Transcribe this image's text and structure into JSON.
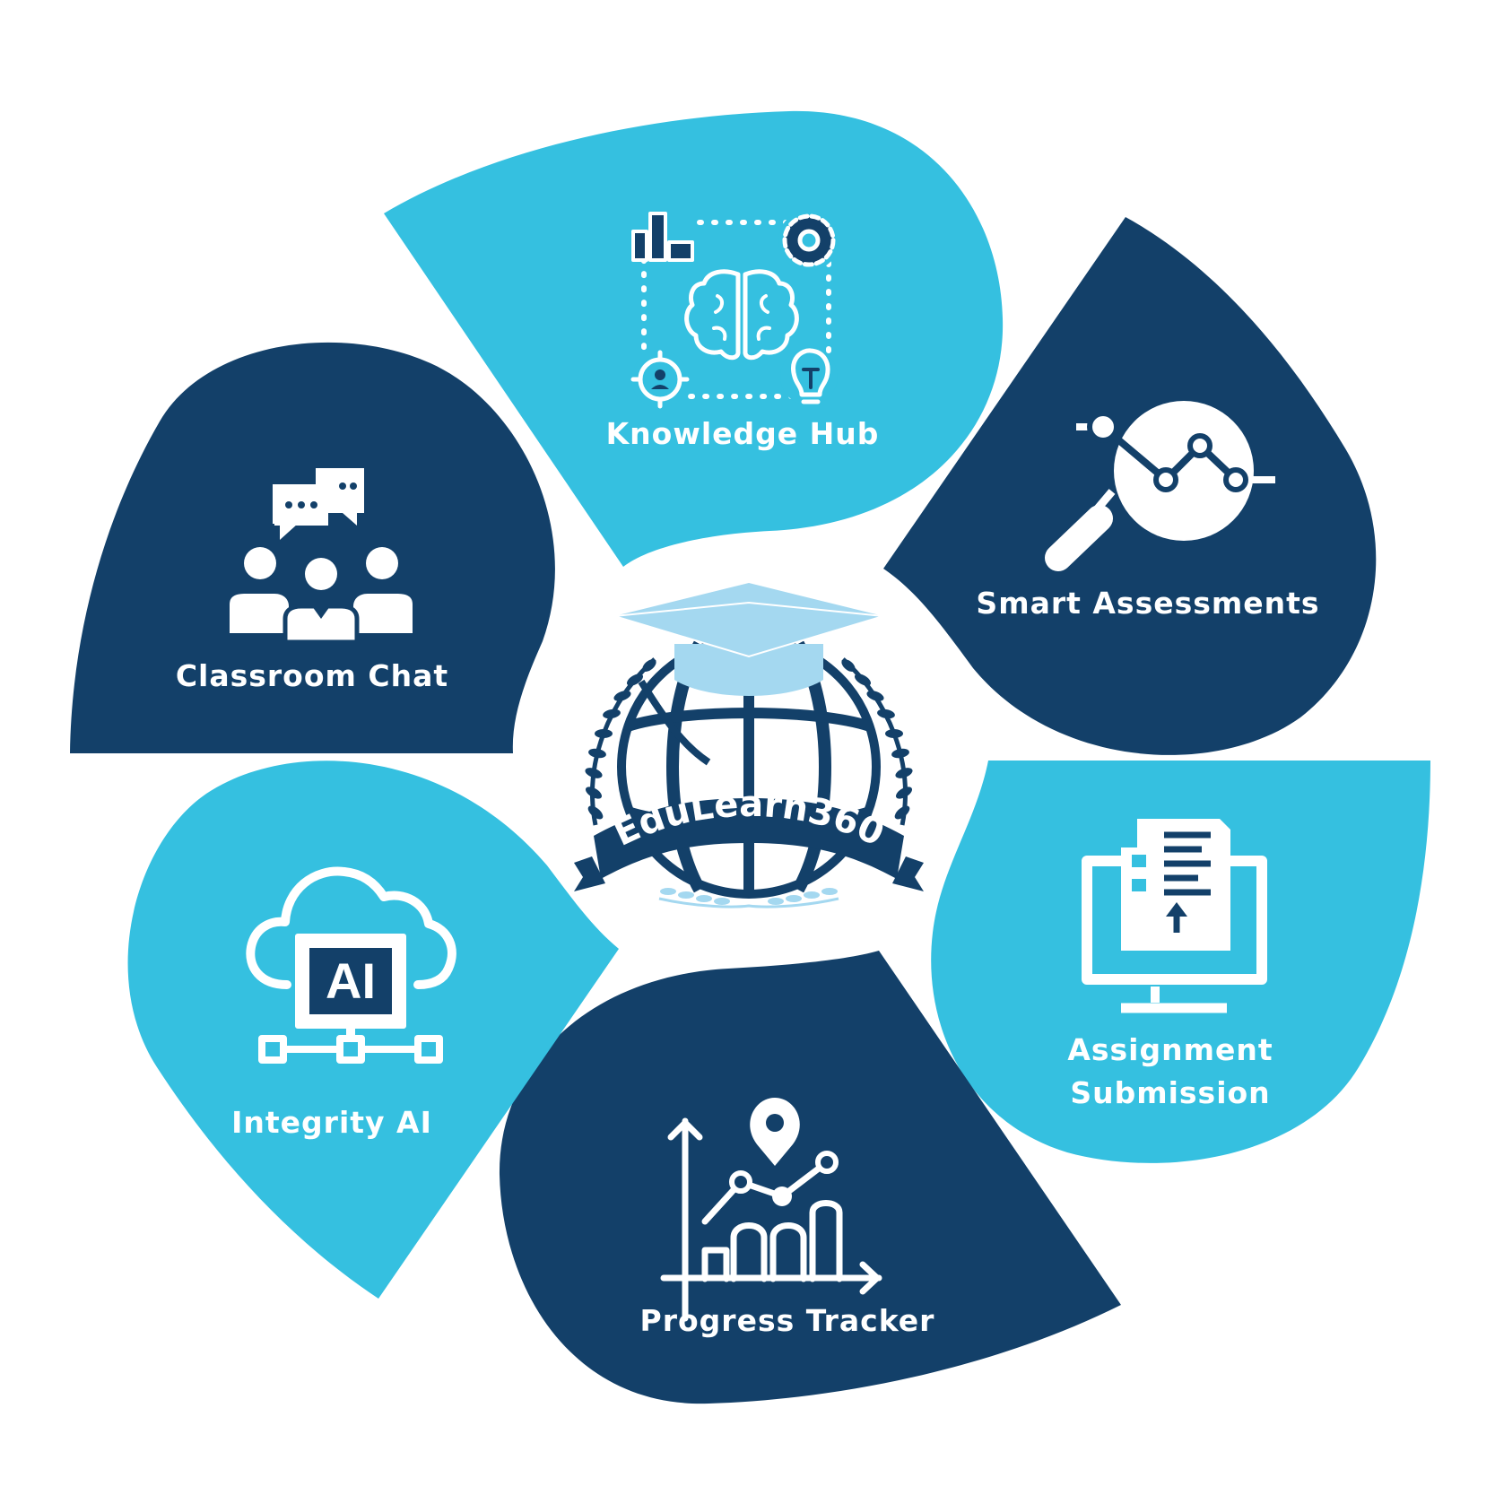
{
  "colors": {
    "dark": "#134069",
    "light": "#35c0e0",
    "pale": "#a4d8f0",
    "white": "#ffffff"
  },
  "center": {
    "brand": "EduLearn360",
    "icons": [
      "graduation-cap-icon",
      "globe-icon",
      "laurel-wreath-icon"
    ]
  },
  "segments": [
    {
      "id": "knowledge-hub",
      "label": "Knowledge Hub",
      "icon": "brain-network-icon",
      "color": "light"
    },
    {
      "id": "smart-assessments",
      "label": "Smart Assessments",
      "icon": "magnifier-chart-icon",
      "color": "dark"
    },
    {
      "id": "assignment-submission",
      "label_lines": [
        "Assignment",
        "Submission"
      ],
      "icon": "monitor-upload-icon",
      "color": "light"
    },
    {
      "id": "progress-tracker",
      "label": "Progress Tracker",
      "icon": "growth-chart-icon",
      "color": "dark"
    },
    {
      "id": "integrity-ai",
      "label": "Integrity AI",
      "icon": "ai-cloud-icon",
      "ai_text": "AI",
      "color": "light"
    },
    {
      "id": "classroom-chat",
      "label": "Classroom Chat",
      "icon": "group-chat-icon",
      "color": "dark"
    }
  ]
}
